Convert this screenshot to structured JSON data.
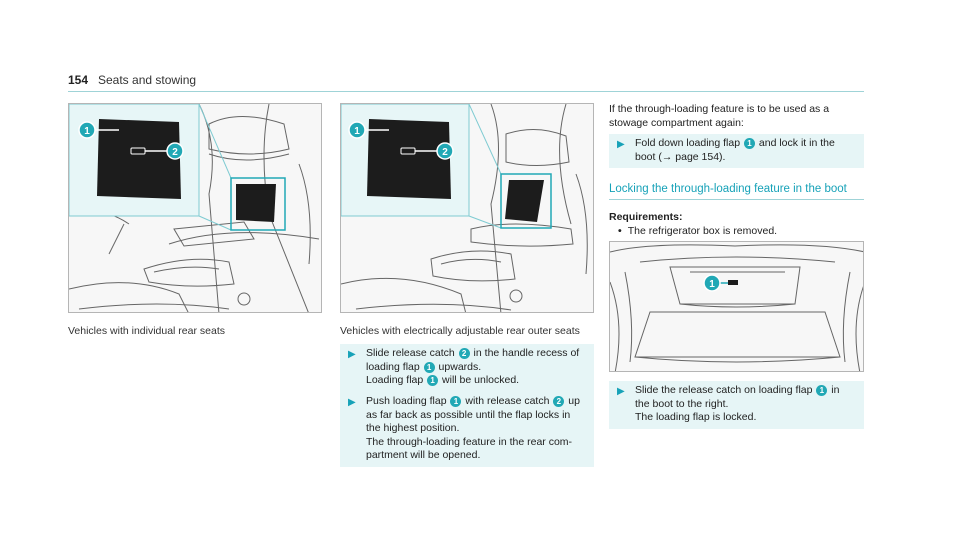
{
  "header": {
    "page_number": "154",
    "section": "Seats and stowing"
  },
  "figures": {
    "left_caption": "Vehicles with individual rear seats",
    "middle_caption": "Vehicles with electrically adjustable rear outer seats",
    "callout_1": "1",
    "callout_2": "2"
  },
  "steps_middle": [
    {
      "lines": [
        "Slide release catch ",
        " in the handle recess of",
        "loading flap ",
        " upwards.",
        "Loading flap ",
        " will be unlocked."
      ]
    },
    {
      "lines": [
        "Push loading flap ",
        " with release catch ",
        " up",
        "as far back as possible until the flap locks in",
        "the highest position.",
        "The through-loading feature in the rear com-",
        "partment will be opened."
      ]
    }
  ],
  "right_column": {
    "intro_line1": "If the through-loading feature is to be used as a",
    "intro_line2": "stowage compartment again:",
    "step_fold_line1a": "Fold down loading flap ",
    "step_fold_line1b": " and lock it in the",
    "step_fold_line2": "boot (→ page 154).",
    "heading": "Locking the through-loading feature in the boot",
    "requirements_title": "Requirements:",
    "requirement_1": "The refrigerator box is removed.",
    "step_slide_line1a": "Slide the release catch on loading flap ",
    "step_slide_line1b": " in",
    "step_slide_line2": "the boot to the right.",
    "step_slide_line3": "The loading flap is locked."
  },
  "colors": {
    "accent": "#21a8b5",
    "step_bg": "#e6f5f6",
    "rule": "#9fd3d7"
  },
  "icons": {
    "step_marker": "▶",
    "bullet": "•"
  }
}
